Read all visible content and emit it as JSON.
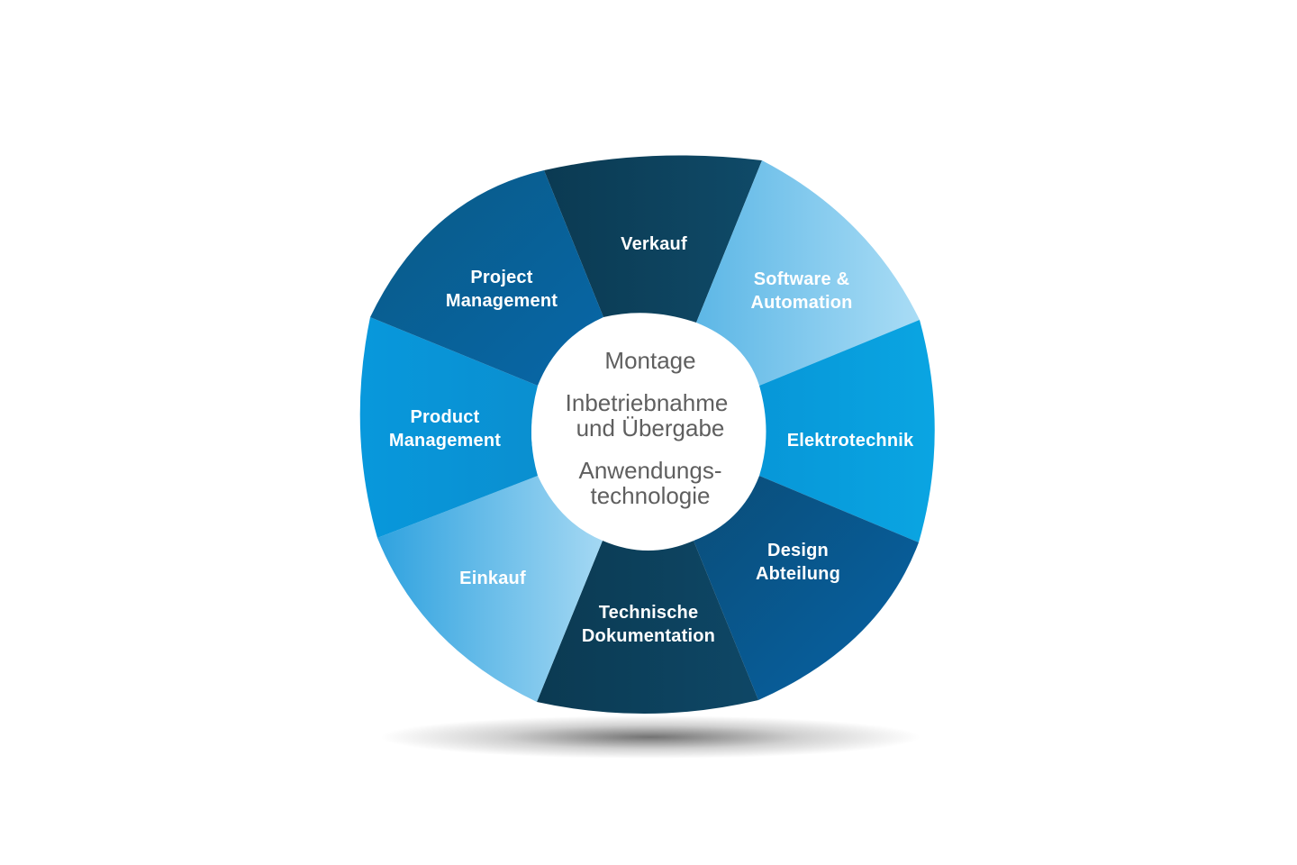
{
  "center": {
    "lines": [
      "Montage",
      "Inbetriebnahme",
      "und Übergabe",
      "Anwendungs-",
      "technologie"
    ]
  },
  "segments": [
    {
      "id": "verkauf",
      "lines": [
        "Verkauf"
      ],
      "color_from": "#0b3a52",
      "color_to": "#0f4a68"
    },
    {
      "id": "software",
      "lines": [
        "Software &",
        "Automation"
      ],
      "color_from": "#5db7e6",
      "color_to": "#a9dcf5"
    },
    {
      "id": "elektrotechnik",
      "lines": [
        "Elektrotechnik"
      ],
      "color_from": "#0797d8",
      "color_to": "#0aa5e2"
    },
    {
      "id": "design",
      "lines": [
        "Design",
        "Abteilung"
      ],
      "color_from": "#0a4d78",
      "color_to": "#0763a6"
    },
    {
      "id": "technische",
      "lines": [
        "Technische",
        "Dokumentation"
      ],
      "color_from": "#0b3a52",
      "color_to": "#0e4766"
    },
    {
      "id": "einkauf",
      "lines": [
        "Einkauf"
      ],
      "color_from": "#2fa2df",
      "color_to": "#a4d8f3"
    },
    {
      "id": "product",
      "lines": [
        "Product",
        "Management"
      ],
      "color_from": "#0898dc",
      "color_to": "#0a8fd0"
    },
    {
      "id": "project",
      "lines": [
        "Project",
        "Management"
      ],
      "color_from": "#0a5a86",
      "color_to": "#0767a8"
    }
  ]
}
